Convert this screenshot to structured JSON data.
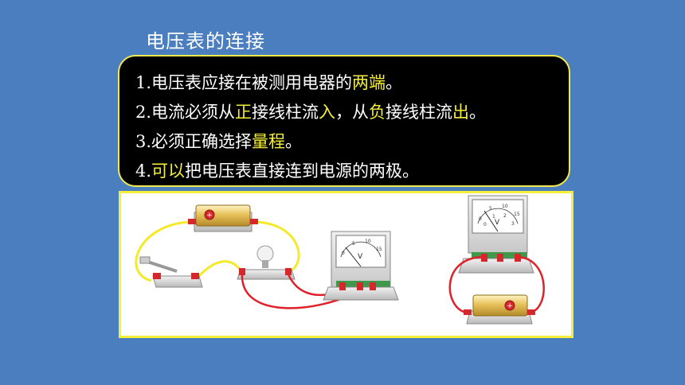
{
  "slide": {
    "title": "电压表的连接"
  },
  "rules": [
    {
      "parts": [
        {
          "t": "1.电压表应接在被测用电器的"
        },
        {
          "t": "两端",
          "hl": true
        },
        {
          "t": "。"
        }
      ]
    },
    {
      "parts": [
        {
          "t": "2.电流必须从"
        },
        {
          "t": "正",
          "hl": true
        },
        {
          "t": "接线柱流"
        },
        {
          "t": "入",
          "hl": true
        },
        {
          "t": "，从"
        },
        {
          "t": "负",
          "hl": true
        },
        {
          "t": "接线柱流"
        },
        {
          "t": "出",
          "hl": true
        },
        {
          "t": "。"
        }
      ]
    },
    {
      "parts": [
        {
          "t": "3.必须正确选择"
        },
        {
          "t": "量程",
          "hl": true
        },
        {
          "t": "。"
        }
      ]
    },
    {
      "parts": [
        {
          "t": "4."
        },
        {
          "t": "可以",
          "hl": true
        },
        {
          "t": "把电压表直接连到电源的两极。"
        }
      ]
    }
  ],
  "figure": {
    "meter_scale": [
      "0",
      "5",
      "10",
      "15"
    ],
    "meter_sub_scale": [
      "0",
      "1",
      "2",
      "3"
    ],
    "meter_unit": "V"
  },
  "colors": {
    "background": "#4a7ebf",
    "highlight": "#f5ef3a",
    "box_border": "#f2e94e",
    "wire_yellow": "#f3ea2c",
    "wire_red": "#e0202a"
  }
}
